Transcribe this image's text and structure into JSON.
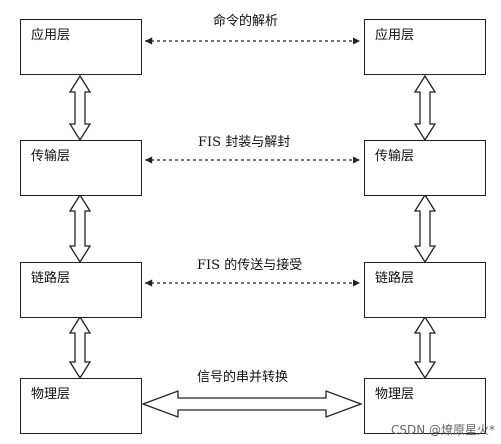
{
  "left_stack": [
    "应用层",
    "传输层",
    "链路层",
    "物理层"
  ],
  "right_stack": [
    "应用层",
    "传输层",
    "链路层",
    "物理层"
  ],
  "connections": [
    "命令的解析",
    "FIS 封装与解封",
    "FIS 的传送与接受",
    "信号的串并转换"
  ],
  "watermark": "CSDN @燎原星火*"
}
